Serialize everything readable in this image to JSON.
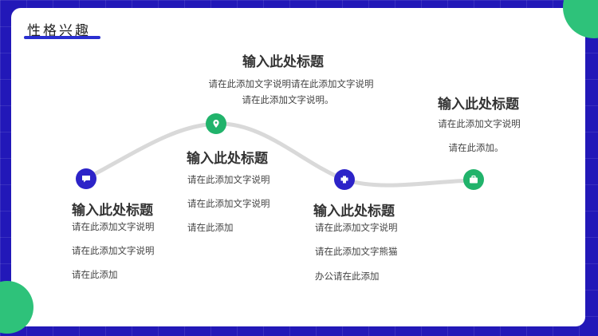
{
  "page": {
    "title": "性格兴趣"
  },
  "colors": {
    "primary_blue": "#2c23c8",
    "accent_green": "#21b36b",
    "background": "#2218b8",
    "curve": "#d9d9d9"
  },
  "timeline": [
    {
      "icon": "chat-icon",
      "heading": "输入此处标题",
      "lines": [
        "请在此添加文字说明",
        "请在此添加文字说明",
        "请在此添加"
      ]
    },
    {
      "icon": "location-pin-icon",
      "heading": "输入此处标题",
      "lines": [
        "请在此添加文字说明请在此添加文字说明",
        "请在此添加文字说明。"
      ]
    },
    {
      "icon": "",
      "heading": "输入此处标题",
      "lines": [
        "请在此添加文字说明",
        "请在此添加文字说明",
        "请在此添加"
      ]
    },
    {
      "icon": "puzzle-icon",
      "heading": "输入此处标题",
      "lines": [
        "请在此添加文字说明",
        "请在此添加文字熊猫",
        "办公请在此添加"
      ]
    },
    {
      "icon": "briefcase-icon",
      "heading": "输入此处标题",
      "lines": [
        "请在此添加文字说明",
        "请在此添加。"
      ]
    }
  ]
}
